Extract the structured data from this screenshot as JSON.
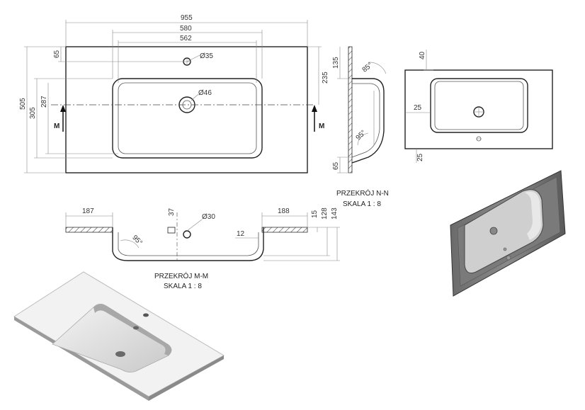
{
  "top_view": {
    "dims": {
      "w955": "955",
      "w580": "580",
      "w562": "562",
      "h65_top": "65",
      "h505": "505",
      "h305": "305",
      "h287": "287",
      "h235": "235",
      "tap_hole": "Ø35",
      "drain_hole": "Ø46"
    },
    "section_mark": "M"
  },
  "section_nn": {
    "dims": {
      "h135": "135",
      "h65": "65",
      "angle85": "85°",
      "angle95": "95°"
    },
    "title": "PRZEKRÓJ N-N",
    "scale": "SKALA 1 : 8"
  },
  "small_view": {
    "dims": {
      "d40": "40",
      "d25a": "25",
      "d25b": "25"
    }
  },
  "section_mm": {
    "dims": {
      "w187": "187",
      "w188": "188",
      "h37": "37",
      "hole30": "Ø30",
      "h15": "15",
      "h128": "128",
      "h143": "143",
      "d12": "12",
      "angle95": "95°"
    },
    "title": "PRZEKRÓJ M-M",
    "scale": "SKALA 1 : 8"
  }
}
